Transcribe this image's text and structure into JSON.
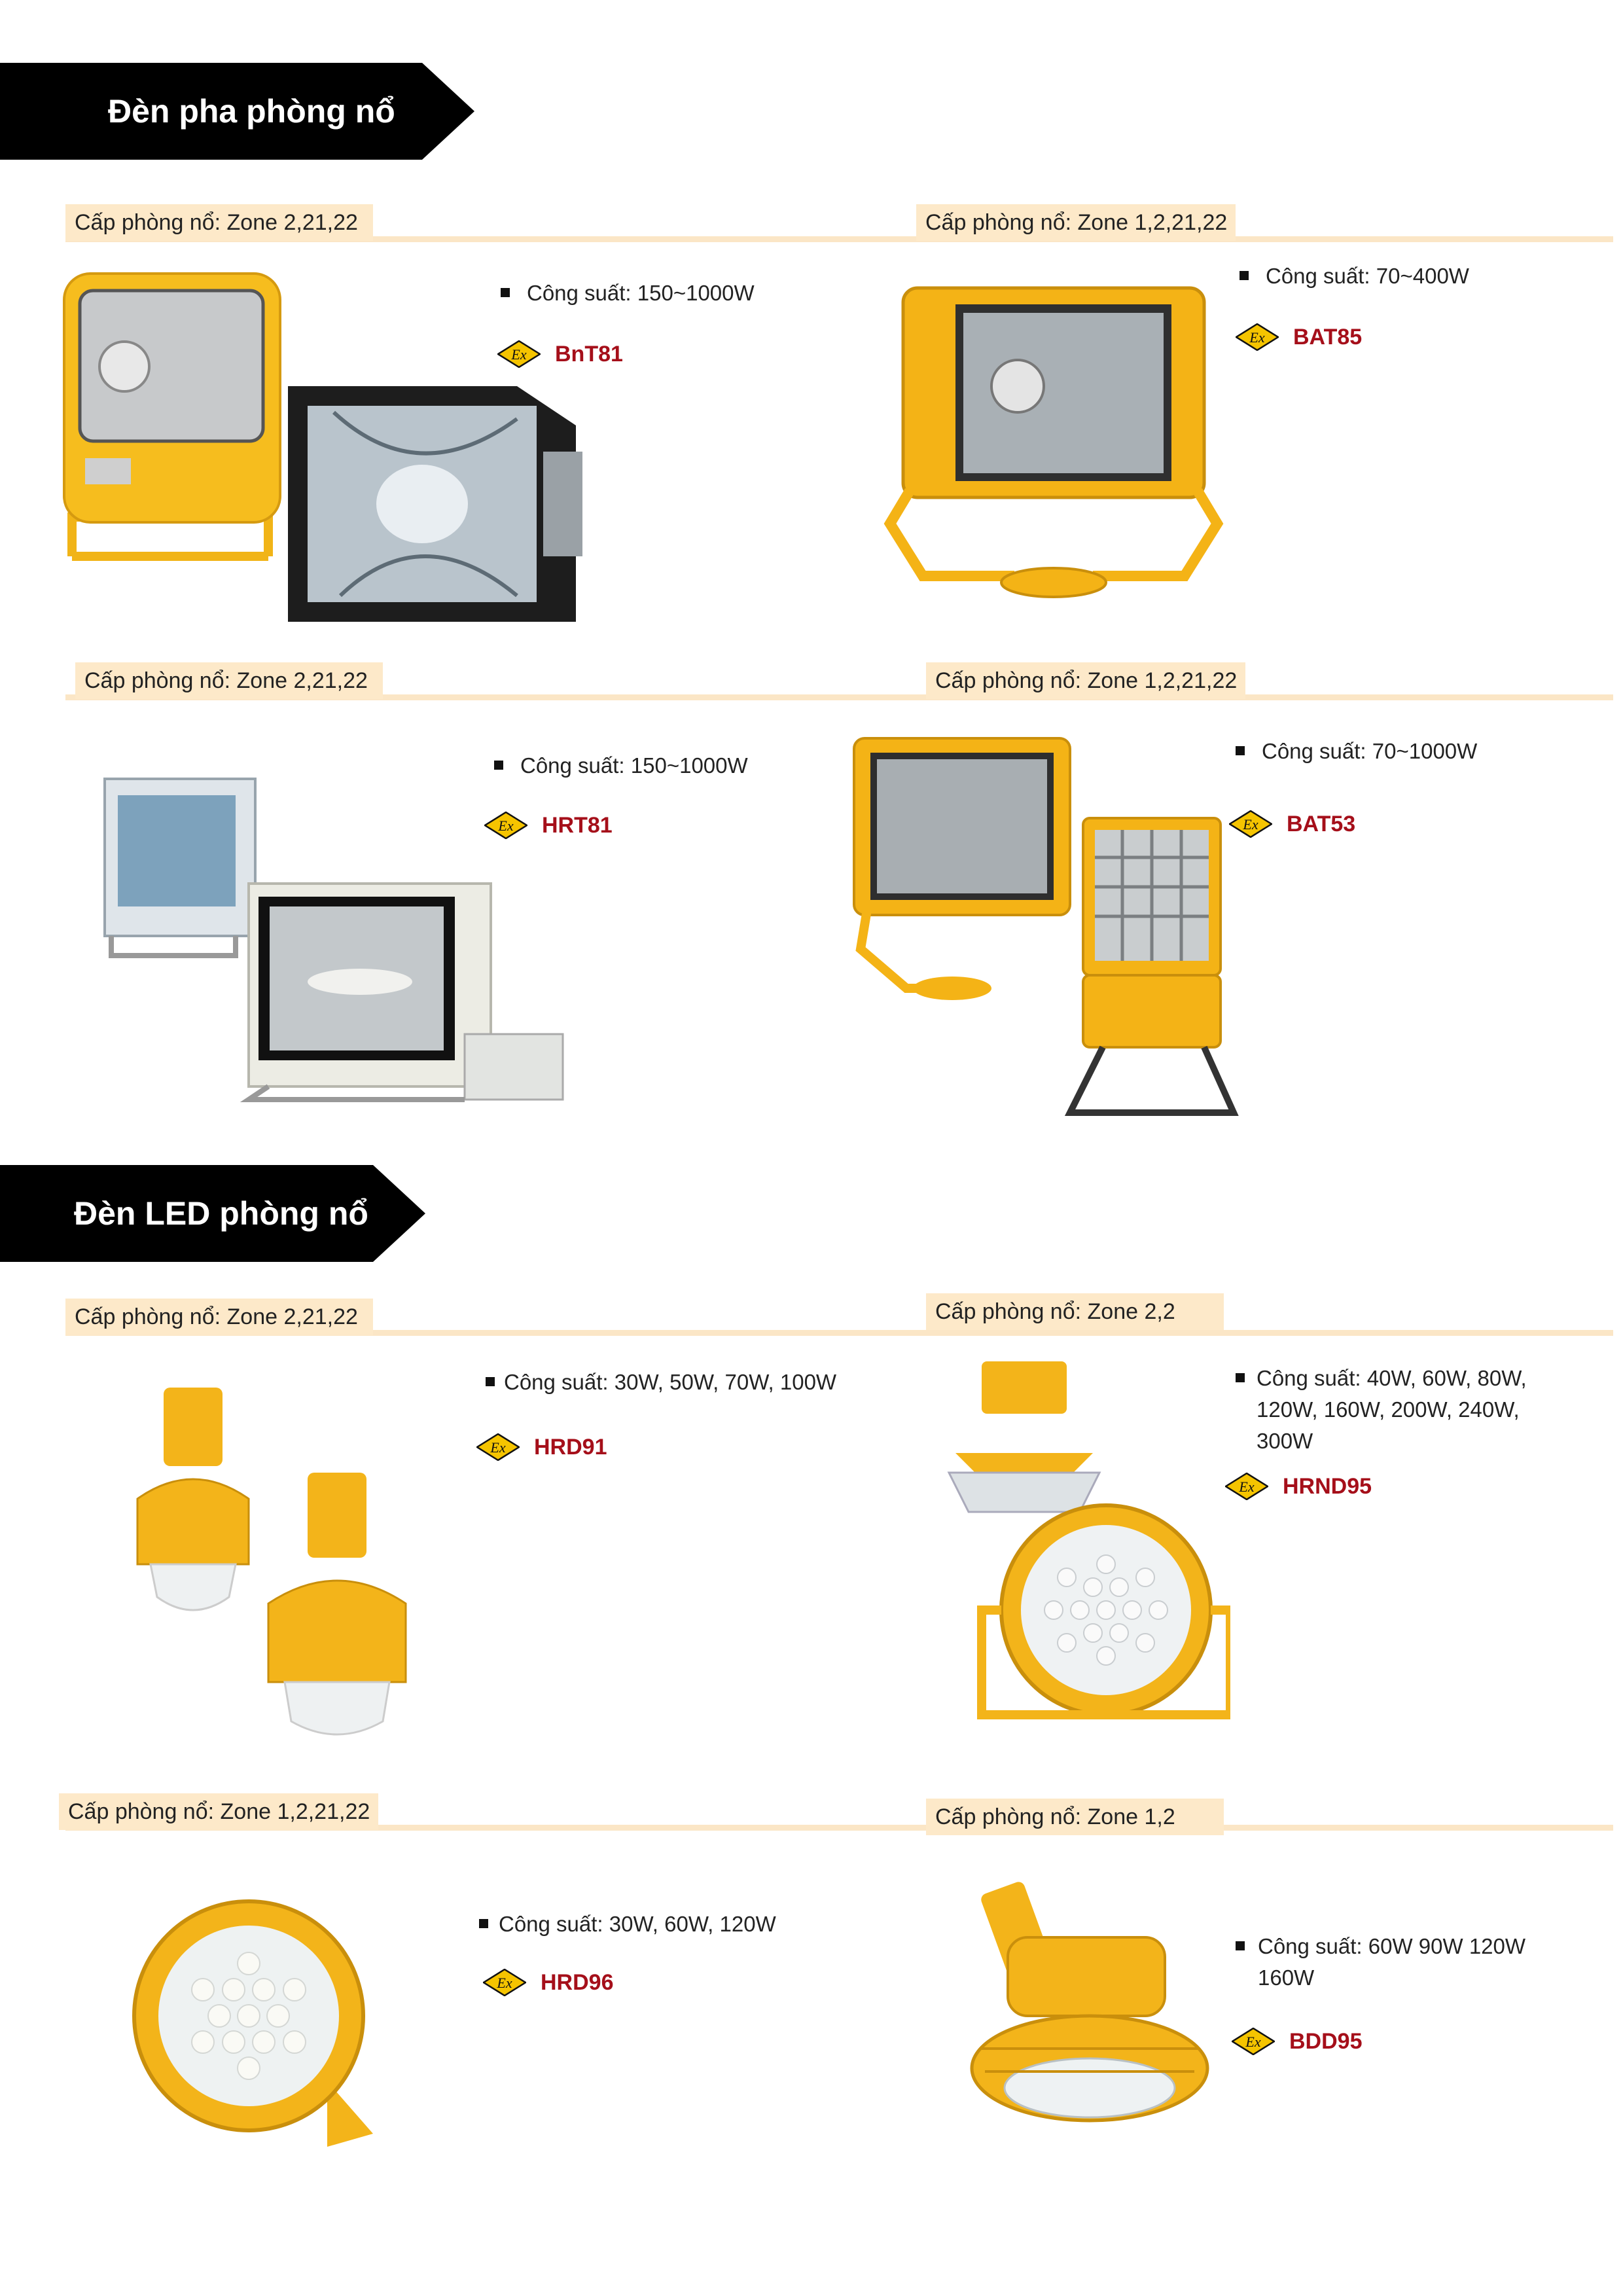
{
  "sections": [
    {
      "title": "Đèn pha phòng nổ"
    },
    {
      "title": "Đèn LED phòng nổ"
    }
  ],
  "products": [
    {
      "zone": "Cấp phòng nổ: Zone 2,21,22",
      "power": "Công suất: 150~1000W",
      "model": "BnT81"
    },
    {
      "zone": "Cấp phòng nổ: Zone 1,2,21,22",
      "power": "Công suất: 70~400W",
      "model": "BAT85"
    },
    {
      "zone": "Cấp phòng nổ: Zone 2,21,22",
      "power": "Công suất: 150~1000W",
      "model": "HRT81"
    },
    {
      "zone": "Cấp phòng nổ: Zone 1,2,21,22",
      "power": "Công suất: 70~1000W",
      "model": "BAT53"
    },
    {
      "zone": "Cấp phòng nổ: Zone 2,21,22",
      "power": "Công suất:  30W, 50W, 70W, 100W",
      "model": "HRD91"
    },
    {
      "zone": "Cấp phòng nổ: Zone 2,2",
      "power_lines": [
        "Công suất: 40W, 60W, 80W,",
        "120W, 160W, 200W, 240W,",
        "300W"
      ],
      "model": "HRND95"
    },
    {
      "zone": "Cấp phòng nổ: Zone 1,2,21,22",
      "power": "Công suất: 30W, 60W, 120W",
      "model": "HRD96"
    },
    {
      "zone": "Cấp phòng nổ: Zone 1,2",
      "power_lines": [
        "Công suất: 60W 90W 120W",
        "160W"
      ],
      "model": "BDD95"
    }
  ],
  "ex_mark": "Ex",
  "colors": {
    "banner": "#000000",
    "zone_bg": "#fde9c9",
    "model_code": "#a50f1a",
    "lamp_yellow": "#f5b819"
  }
}
